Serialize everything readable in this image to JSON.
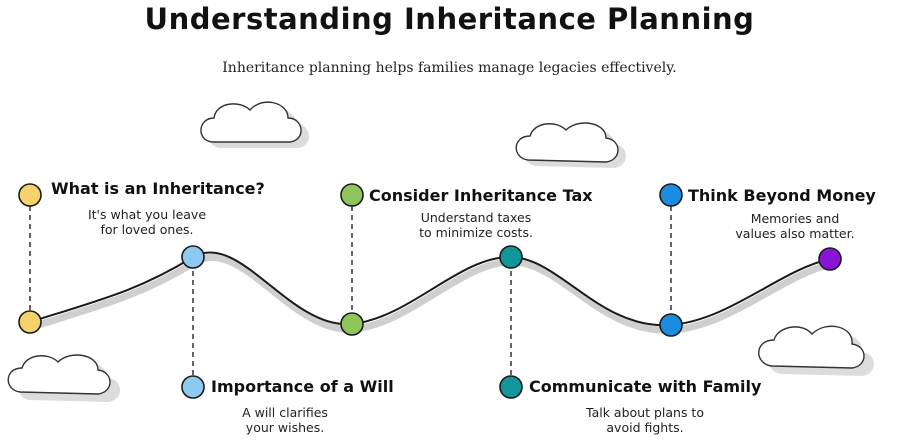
{
  "title": "Understanding Inheritance Planning",
  "subtitle": "Inheritance planning helps families manage legacies effectively.",
  "steps": [
    {
      "title": "What is an Inheritance?",
      "desc": [
        "It's what you leave",
        "for loved ones."
      ],
      "color": "#f6d26b"
    },
    {
      "title": "Importance of a Will",
      "desc": [
        "A will clarifies",
        "your wishes."
      ],
      "color": "#8ec9f2"
    },
    {
      "title": "Consider Inheritance Tax",
      "desc": [
        "Understand taxes",
        "to minimize costs."
      ],
      "color": "#8fc65b"
    },
    {
      "title": "Communicate with Family",
      "desc": [
        "Talk about plans to",
        "avoid fights."
      ],
      "color": "#11979a"
    },
    {
      "title": "Think Beyond Money",
      "desc": [
        "Memories and",
        "values also matter."
      ],
      "color": "#1a8de0"
    }
  ],
  "end_marker_color": "#8a14d6"
}
